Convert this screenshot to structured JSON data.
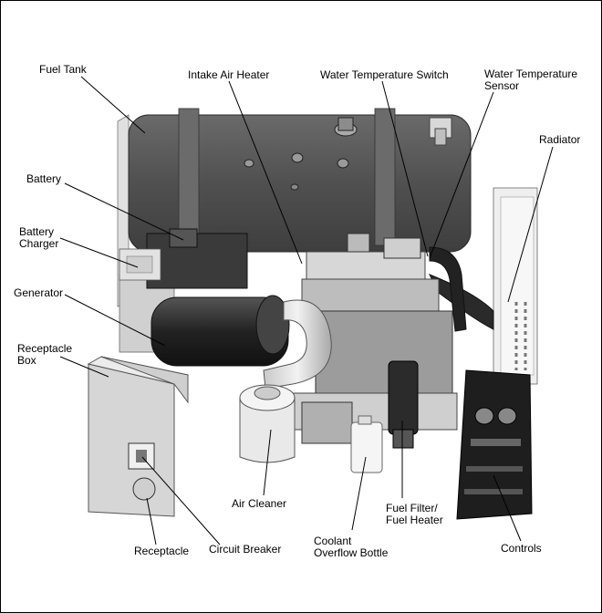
{
  "labels": {
    "fuel_tank": "Fuel Tank",
    "intake_air_heater": "Intake Air Heater",
    "water_temperature_switch": "Water Temperature Switch",
    "water_temperature_sensor_line1": "Water Temperature",
    "water_temperature_sensor_line2": "Sensor",
    "radiator": "Radiator",
    "battery": "Battery",
    "battery_charger_line1": "Battery",
    "battery_charger_line2": "Charger",
    "generator": "Generator",
    "receptacle_box_line1": "Receptacle",
    "receptacle_box_line2": "Box",
    "air_cleaner": "Air Cleaner",
    "fuel_filter_line1": "Fuel Filter/",
    "fuel_filter_line2": "Fuel Heater",
    "coolant_line1": "Coolant",
    "coolant_line2": "Overflow Bottle",
    "receptacle": "Receptacle",
    "circuit_breaker": "Circuit Breaker",
    "controls": "Controls"
  },
  "colors": {
    "line": "#000000",
    "tank": "#575757",
    "metal_light": "#e6e6e6",
    "metal_mid": "#b8b8b8",
    "metal_dark": "#2e2e2e"
  }
}
